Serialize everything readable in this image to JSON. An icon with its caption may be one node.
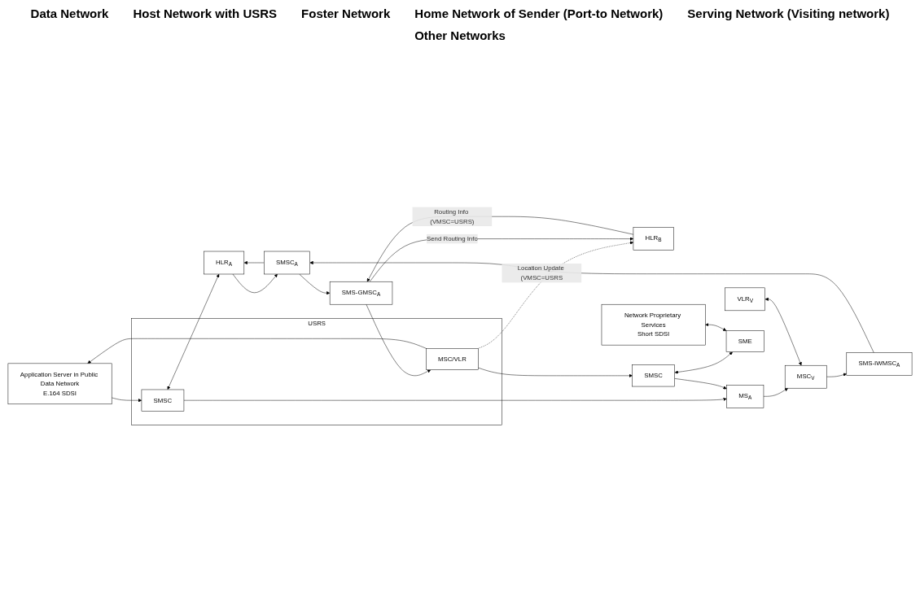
{
  "diagram": {
    "nodes": [
      {
        "text": [
          "Application Server in Public Data Network",
          "E.164 SDSI"
        ]
      },
      {
        "text": [
          "USRS"
        ]
      },
      {
        "text": [
          "MSC/VLR"
        ],
        "in": 1
      },
      {
        "text": [
          "SMSC"
        ],
        "in": 1
      },
      {
        "text": [
          "HLR$_{B}$"
        ]
      },
      {
        "text": [
          "SMS-GMSC$_{A}$"
        ]
      },
      {
        "text": [
          "SMSC$_{A}$"
        ]
      },
      {
        "text": [
          "HLR$_{A}$"
        ]
      },
      {
        "text": [
          "SMS-IWMSC$_{A}$"
        ]
      },
      {
        "text": [
          "VLR$_{V}$"
        ]
      },
      {
        "text": [
          "MSC$_{V}$"
        ]
      },
      {
        "text": [
          "MS$_{A}$"
        ]
      },
      {
        "text": [
          "Network Proprietary Services",
          "Short SDSI"
        ]
      },
      {
        "text": [
          "SMSC"
        ]
      },
      {
        "text": [
          "SME"
        ]
      }
    ],
    "edges": [
      {
        "from": 2,
        "to": 0,
        "arrow": "to"
      },
      {
        "from": 0,
        "to": 3,
        "arrow": "to"
      },
      {
        "from": 2,
        "to": 4,
        "arrow": "to",
        "style": "dashed",
        "label": "Location Update (VMSC=USRS"
      },
      {
        "from": 5,
        "to": 4,
        "arrow": "to",
        "label": "Send Routing Info"
      },
      {
        "from": 4,
        "to": 5,
        "arrow": "to",
        "label": "Routing Info (VMSC=USRS)"
      },
      {
        "from": 5,
        "to": 2,
        "arrow": "to"
      },
      {
        "from": 6,
        "to": 5,
        "arrow": "to"
      },
      {
        "from": 8,
        "to": 6,
        "arrow": "to"
      },
      {
        "from": 10,
        "to": 8,
        "arrow": "to"
      },
      {
        "from": 11,
        "to": 10,
        "arrow": "to"
      },
      {
        "from": 9,
        "to": 10,
        "arrow": "both"
      },
      {
        "from": 6,
        "to": 7,
        "arrow": "to"
      },
      {
        "from": 7,
        "to": 6,
        "arrow": "to"
      },
      {
        "from": 3,
        "to": 7,
        "arrow": "both"
      },
      {
        "from": 3,
        "to": 11,
        "arrow": "to"
      },
      {
        "from": 2,
        "to": 13,
        "arrow": "to"
      },
      {
        "from": 13,
        "to": 11,
        "arrow": "to"
      },
      {
        "from": 13,
        "to": 14,
        "arrow": "both"
      },
      {
        "from": 12,
        "to": 14,
        "arrow": "both"
      }
    ],
    "labels": [
      "Data Network",
      "Host Network with USRS",
      "Foster Network",
      "Home Network of Sender (Port-to Network)",
      "Serving Network (Visiting network)",
      "Other Networks"
    ]
  }
}
